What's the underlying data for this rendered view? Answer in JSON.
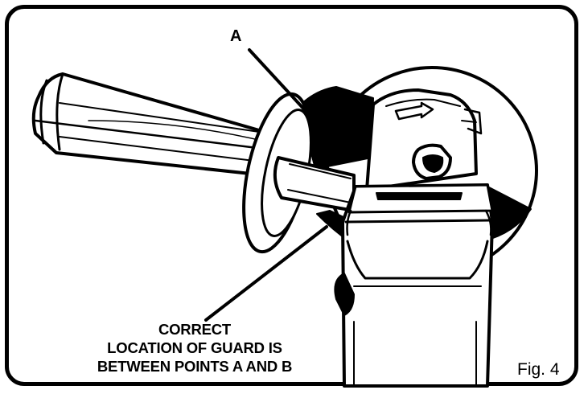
{
  "diagram": {
    "point_label": "A",
    "caption_lines": [
      "CORRECT",
      "LOCATION OF GUARD IS",
      "BETWEEN POINTS A AND B"
    ],
    "figure_label": "Fig. 4"
  },
  "colors": {
    "ink": "#000000",
    "paper": "#ffffff"
  }
}
